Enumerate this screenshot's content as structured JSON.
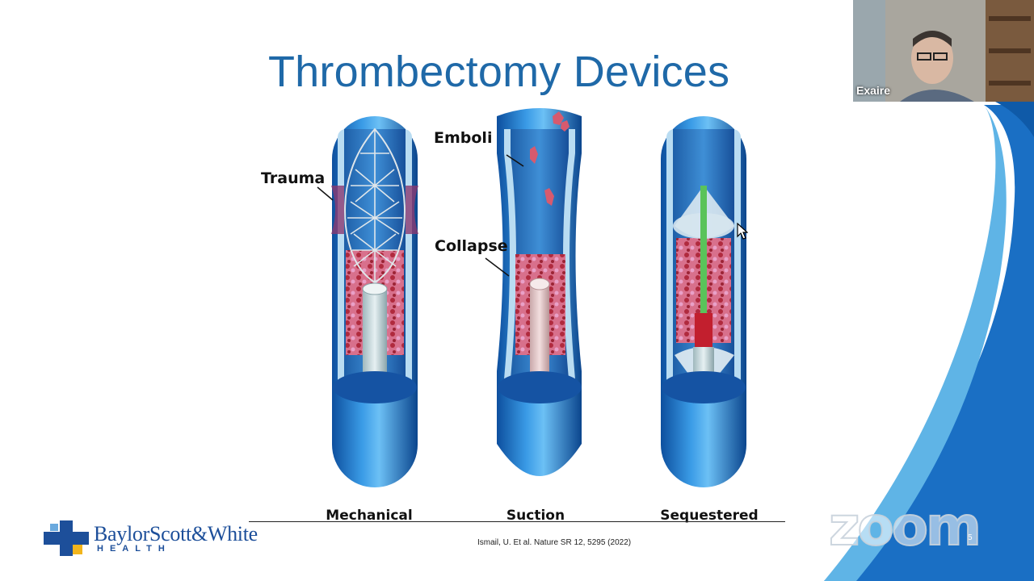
{
  "slide": {
    "title": "Thrombectomy Devices",
    "callouts": {
      "trauma": "Trauma",
      "emboli": "Emboli",
      "collapse": "Collapse"
    },
    "devices": [
      "Mechanical",
      "Suction",
      "Sequestered"
    ],
    "citation": "Ismail, U. Et al. Nature SR 12, 5295 (2022)",
    "slide_number": "5",
    "logo": {
      "name": "BaylorScott&White",
      "sub": "HEALTH"
    }
  },
  "video": {
    "participant_name": "Exaire"
  },
  "watermark": {
    "brand": "zoom"
  },
  "colors": {
    "title_blue": "#1f69a8",
    "vessel_blue": "#1e6fc0",
    "swoosh_blue": "#1a6fc4",
    "logo_blue": "#1d4f9a",
    "clot_red": "#b02a3e"
  }
}
